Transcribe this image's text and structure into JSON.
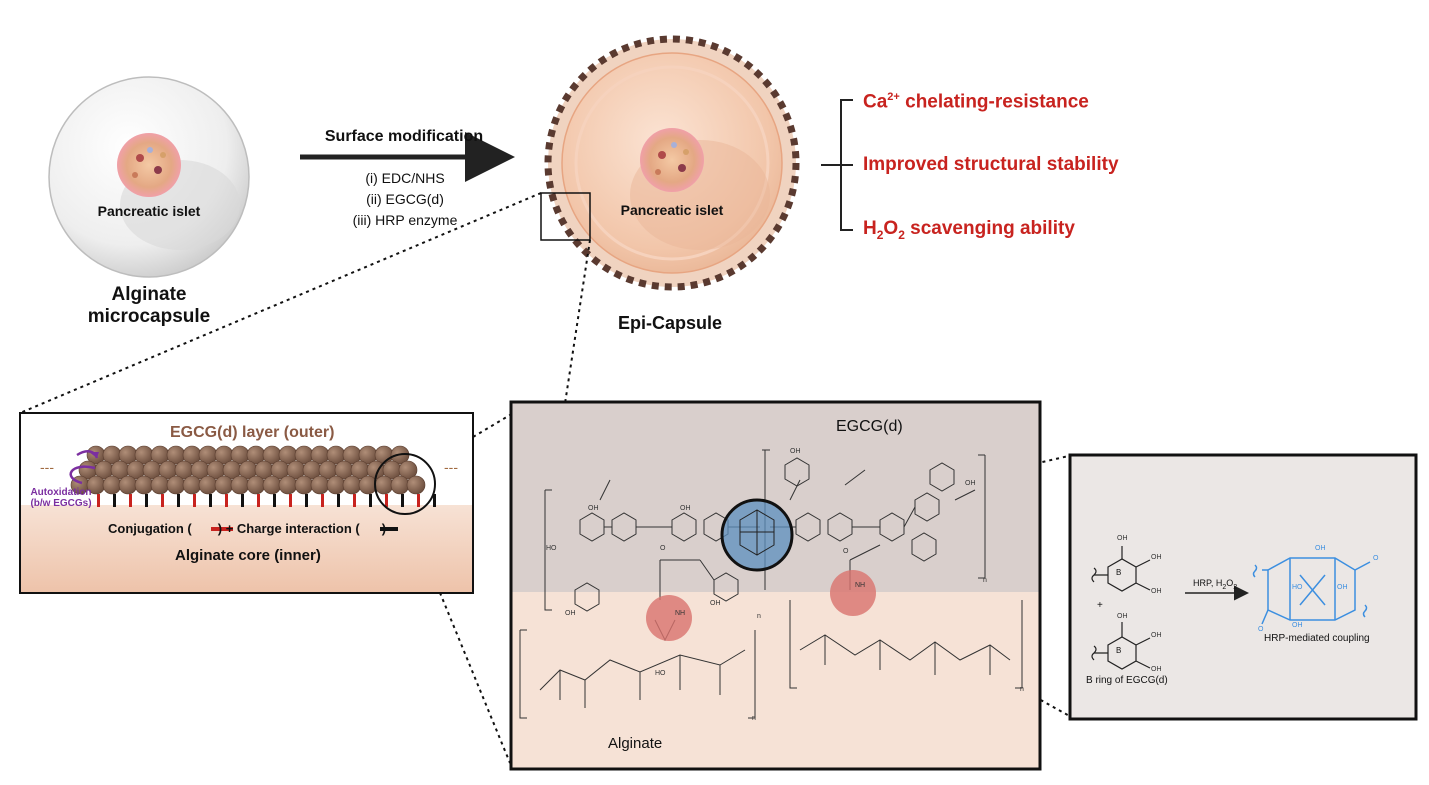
{
  "top": {
    "left_capsule": {
      "inner_label": "Pancreatic islet",
      "caption_line1": "Alginate",
      "caption_line2": "microcapsule"
    },
    "arrow": {
      "title": "Surface modification",
      "steps": [
        "(i) EDC/NHS",
        "(ii) EGCG(d)",
        "(iii) HRP enzyme"
      ]
    },
    "right_capsule": {
      "inner_label": "Pancreatic islet",
      "caption": "Epi-Capsule"
    },
    "properties": [
      {
        "pre": "Ca",
        "sup": "2+",
        "post": " chelating-resistance"
      },
      {
        "text": "Improved structural stability"
      },
      {
        "pre": "H",
        "sub1": "2",
        "mid": "O",
        "sub2": "2",
        "post": " scavenging ability"
      }
    ]
  },
  "layer_panel": {
    "title": "EGCG(d) layer (outer)",
    "autoxidation_line1": "Autoxidation",
    "autoxidation_line2": "(b/w EGCGs)",
    "legend_a": "Conjugation (",
    "legend_b": ") + Charge interaction (",
    "legend_c": ")",
    "core_label": "Alginate core (inner)",
    "dash_left": "---",
    "dash_right": "---"
  },
  "chem_panel": {
    "top_label": "EGCG(d)",
    "bottom_label": "Alginate",
    "subscript_n": "n",
    "atom_oh": "OH",
    "atom_ho": "HO",
    "atom_o": "O",
    "atom_nh": "NH"
  },
  "coupling_panel": {
    "ring_label": "B",
    "plus": "+",
    "reaction_pre": "HRP, H",
    "reaction_sub1": "2",
    "reaction_mid": "O",
    "reaction_sub2": "2",
    "product_label": "HRP-mediated coupling",
    "b_ring_caption": "B ring of EGCG(d)",
    "atom_oh": "OH",
    "atom_ho": "HO",
    "atom_o": "O"
  },
  "colors": {
    "accent_red": "#c8231f",
    "purple": "#7b2fa0",
    "egcg_brown": "#8a6a58",
    "alginate_peach": "#f3dccf",
    "egcg_gray": "#d6ccc9",
    "product_blue": "#3c8fe0",
    "highlight_blue": "#5b8fbf",
    "highlight_red": "#d9736e"
  }
}
